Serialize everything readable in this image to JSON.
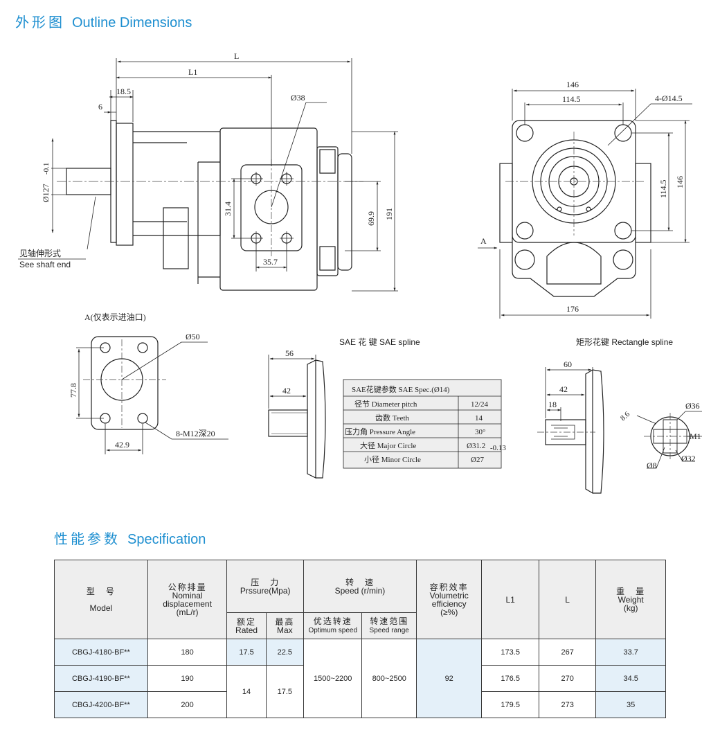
{
  "outline": {
    "title_cn": "外形图",
    "title_en": "Outline Dimensions",
    "side_view": {
      "L": "L",
      "L1": "L1",
      "d18_5": "18.5",
      "d6": "6",
      "d38": "Ø38",
      "d127": "Ø127",
      "d127_tol": "-0.1",
      "d31_4": "31.4",
      "d69_9": "69.9",
      "d191": "191",
      "d35_7": "35.7",
      "shaft_note_cn": "见轴伸形式",
      "shaft_note_en": "See shaft end"
    },
    "front_view": {
      "d146_top": "146",
      "d114_5_top": "114.5",
      "holes": "4-Ø14.5",
      "d114_5_side": "114.5",
      "d146_side": "146",
      "d176": "176",
      "A": "A"
    },
    "port_view": {
      "title": "A(仅表示进油口)",
      "d50": "Ø50",
      "d77_8": "77.8",
      "d42_9": "42.9",
      "thread": "8-M12深20"
    },
    "sae_spline": {
      "title": "SAE 花 键  SAE spline",
      "d56": "56",
      "d42": "42",
      "table": [
        {
          "label": "SAE花键参数 SAE Spec.(Ø14)",
          "value": ""
        },
        {
          "label": "径节 Diameter pitch",
          "value": "12/24"
        },
        {
          "label": "齿数 Teeth",
          "value": "14"
        },
        {
          "label": "压力角 Pressure Angle",
          "value": "30°"
        },
        {
          "label": "大径 Major Circle",
          "value": "Ø31.2"
        },
        {
          "label": "小径 Minor Circle",
          "value": "Ø27"
        }
      ],
      "major_tol": "-0.13"
    },
    "rect_spline": {
      "title": "矩形花键 Rectangle spline",
      "d60": "60",
      "d42": "42",
      "d18": "18",
      "d8_6": "8.6",
      "d36": "Ø36",
      "m1": "M1",
      "d8": "Ø8",
      "d32": "Ø32"
    }
  },
  "spec": {
    "title_cn": "性能参数",
    "title_en": "Specification",
    "headers": {
      "model_cn": "型　号",
      "model_en": "Model",
      "disp_cn": "公称排量",
      "disp_en1": "Nominal",
      "disp_en2": "displacement",
      "disp_unit": "(mL/r)",
      "press_cn": "压　力",
      "press_en": "Prssure(Mpa)",
      "rated_cn": "额定",
      "rated_en": "Rated",
      "max_cn": "最高",
      "max_en": "Max",
      "speed_cn": "转　速",
      "speed_en": "Speed (r/min)",
      "opt_cn": "优选转速",
      "opt_en": "Optimum speed",
      "range_cn": "转速范围",
      "range_en": "Speed range",
      "eff_cn": "容积效率",
      "eff_en1": "Volumetric",
      "eff_en2": "efficiency",
      "eff_unit": "(≥%)",
      "l1": "L1",
      "l": "L",
      "weight_cn": "重　量",
      "weight_en": "Weight",
      "weight_unit": "(kg)"
    },
    "rows": [
      {
        "model": "CBGJ-4180-BF**",
        "disp": "180",
        "rated": "17.5",
        "max": "22.5",
        "l1": "173.5",
        "l": "267",
        "weight": "33.7"
      },
      {
        "model": "CBGJ-4190-BF**",
        "disp": "190",
        "rated": "14",
        "max": "17.5",
        "l1": "176.5",
        "l": "270",
        "weight": "34.5"
      },
      {
        "model": "CBGJ-4200-BF**",
        "disp": "200",
        "l1": "179.5",
        "l": "273",
        "weight": "35"
      }
    ],
    "shared": {
      "opt_speed": "1500~2200",
      "speed_range": "800~2500",
      "efficiency": "92"
    }
  }
}
